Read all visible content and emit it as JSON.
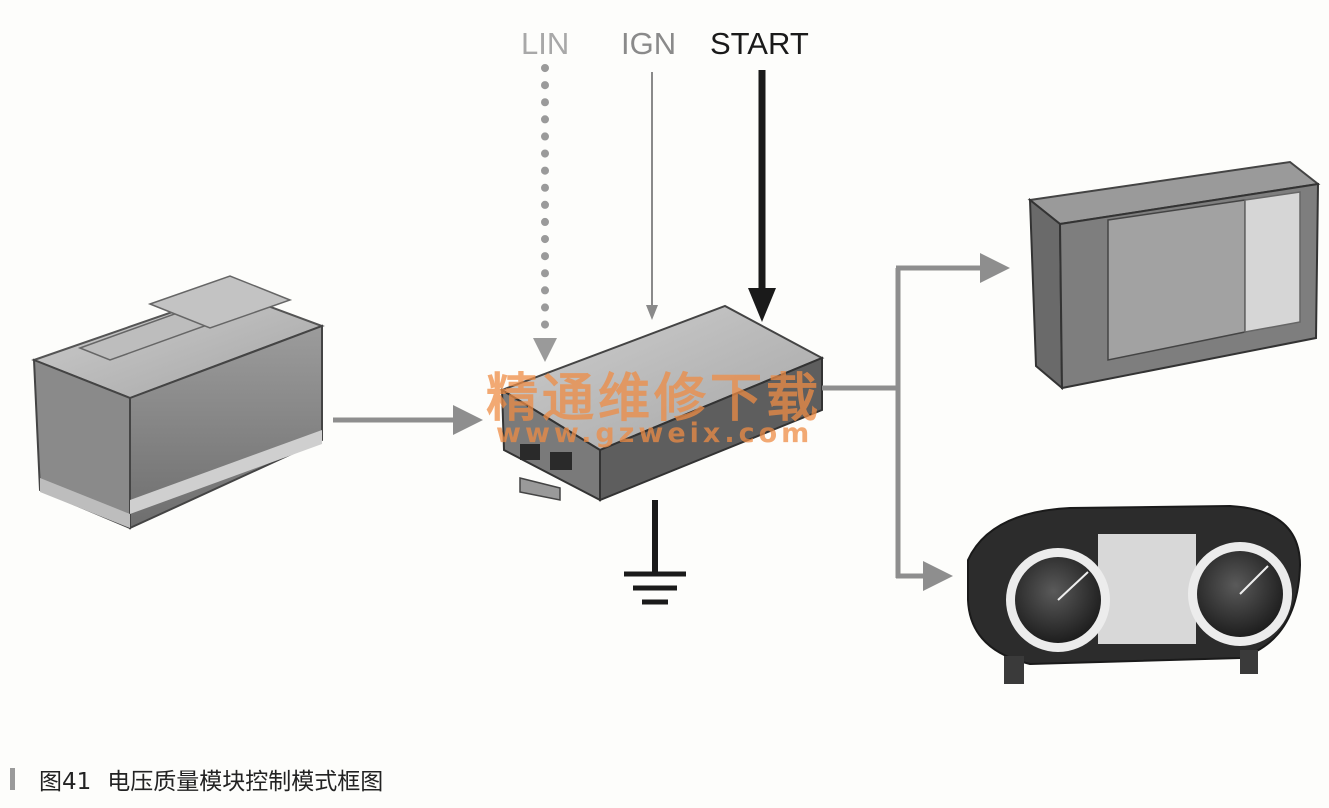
{
  "signals": {
    "lin": "LIN",
    "ign": "IGN",
    "start": "START"
  },
  "watermark": {
    "name": "精通维修下载",
    "url": "www.gzweix.com"
  },
  "caption": {
    "number": "图41",
    "text": "电压质量模块控制模式框图"
  },
  "colors": {
    "lin": "#a8a8a8",
    "ign": "#8a8a8a",
    "start": "#1a1a1a",
    "arrow": "#8e8e8e",
    "watermark": "#ee8c46"
  }
}
